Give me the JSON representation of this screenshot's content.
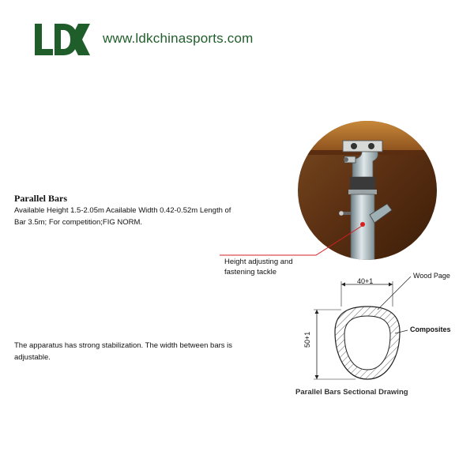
{
  "header": {
    "logo_text": "LDK",
    "website": "www.ldkchinasports.com",
    "brand_color": "#1f5e2a"
  },
  "product": {
    "title": "Parallel Bars",
    "spec": "Available Height 1.5-2.05m Acailable Width 0.42-0.52m Length of Bar 3.5m; For competition;FIG NORM.",
    "note": "The apparatus has strong stabilization. The width between bars is adjustable."
  },
  "photo": {
    "callout": "Height adjusting and fastening tackle",
    "callout_color": "#d42020"
  },
  "drawing": {
    "width_dim": "40+1",
    "height_dim": "50+1",
    "label_wood": "Wood Page",
    "label_composites": "Composites",
    "caption": "Parallel Bars Sectional Drawing"
  }
}
